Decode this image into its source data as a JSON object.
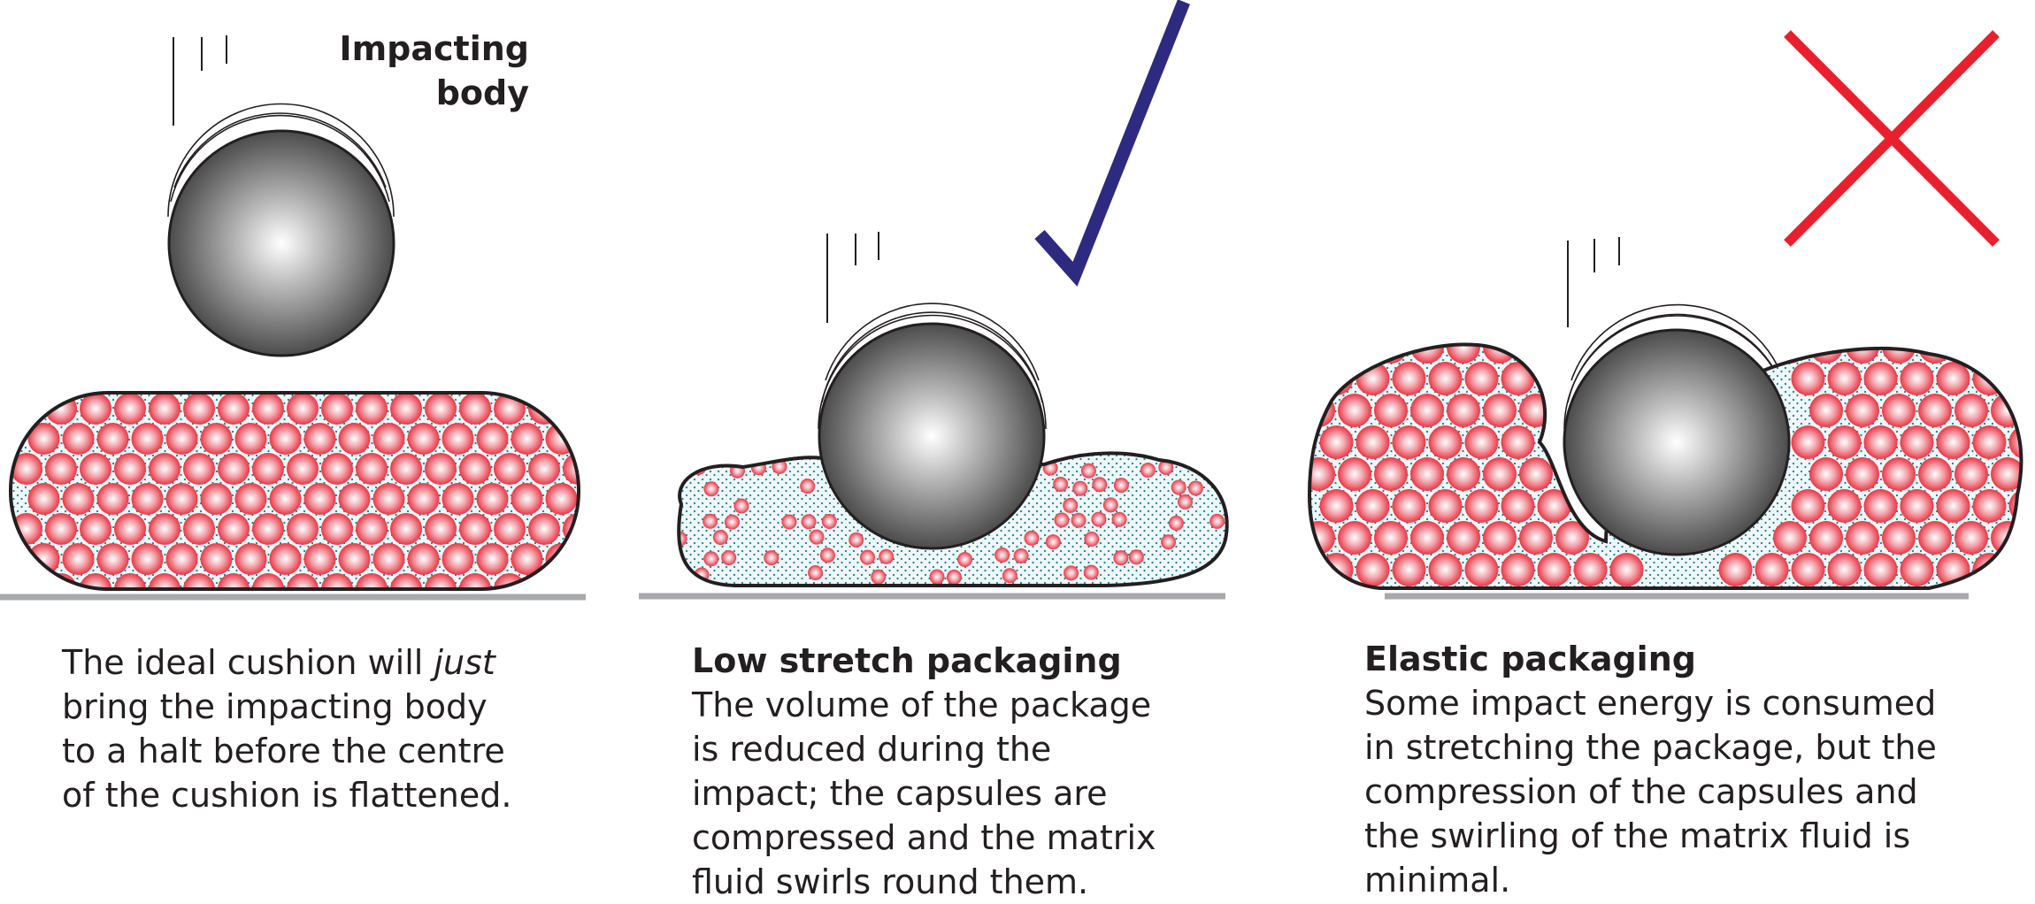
{
  "impacting_label": [
    "Impacting",
    "body"
  ],
  "panels": [
    {
      "id": "ideal",
      "title": "",
      "text_lines": [
        [
          "The ideal cushion will ",
          "just",
          ""
        ],
        [
          "bring the impacting body"
        ],
        [
          "to a halt before the centre"
        ],
        [
          "of the cushion is flattened."
        ]
      ]
    },
    {
      "id": "low-stretch",
      "mark": "checkmark",
      "title": "Low stretch packaging",
      "text_lines": [
        [
          "The volume of the package"
        ],
        [
          "is reduced during the"
        ],
        [
          "impact; the capsules are"
        ],
        [
          "compressed and the matrix"
        ],
        [
          "fluid swirls round them."
        ]
      ]
    },
    {
      "id": "elastic",
      "mark": "cross",
      "title": "Elastic packaging",
      "text_lines": [
        [
          "Some impact energy is consumed"
        ],
        [
          "in stretching the package, but the"
        ],
        [
          "compression of the capsules and"
        ],
        [
          "the swirling of the matrix fluid is"
        ],
        [
          "minimal."
        ]
      ]
    }
  ],
  "colors": {
    "capsule": "#e8202e",
    "capsule_highlight": "#ffffff",
    "matrix_dot": "#1a7d8c",
    "cushion_fill": "#e8f4f6",
    "ground": "#a7a9ac",
    "checkmark": "#2e2a7f",
    "cross": "#e8202e",
    "outline": "#231f20"
  }
}
